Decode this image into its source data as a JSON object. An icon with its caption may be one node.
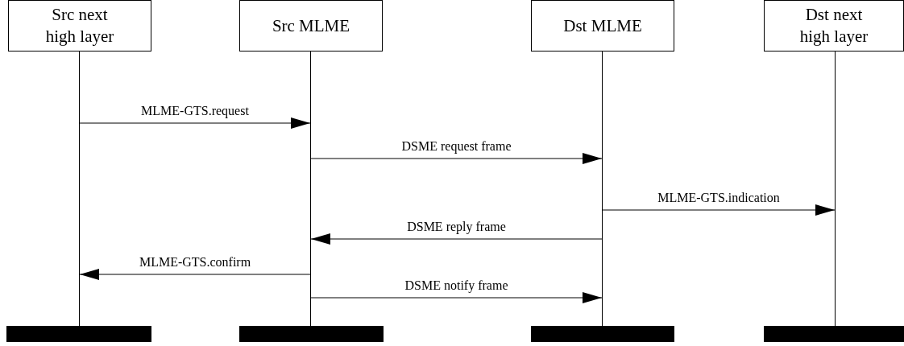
{
  "diagram": {
    "nodes": [
      {
        "text": [
          "Src next high layer"
        ]
      },
      {
        "text": [
          "Src MLME"
        ]
      },
      {
        "text": [
          "Dst MLME"
        ]
      },
      {
        "text": [
          "Dst next high layer"
        ]
      },
      {
        "text": [],
        "shape": "line"
      },
      {
        "text": [],
        "shape": "line"
      },
      {
        "text": [],
        "shape": "line"
      },
      {
        "text": [],
        "shape": "line"
      },
      {
        "text": [],
        "shape": "bar"
      },
      {
        "text": [],
        "shape": "bar"
      },
      {
        "text": [],
        "shape": "bar"
      },
      {
        "text": [],
        "shape": "bar"
      }
    ],
    "edges": [
      {
        "from": 4,
        "to": 5,
        "arrow": "to",
        "label": "MLME-GTS.request"
      },
      {
        "from": 5,
        "to": 6,
        "arrow": "to",
        "label": "DSME request frame"
      },
      {
        "from": 6,
        "to": 7,
        "arrow": "to",
        "label": "MLME-GTS.indication"
      },
      {
        "from": 6,
        "to": 5,
        "arrow": "to",
        "label": "DSME reply frame"
      },
      {
        "from": 5,
        "to": 4,
        "arrow": "to",
        "label": "MLME-GTS.confirm"
      },
      {
        "from": 5,
        "to": 6,
        "arrow": "to",
        "label": "DSME notify frame"
      }
    ]
  }
}
